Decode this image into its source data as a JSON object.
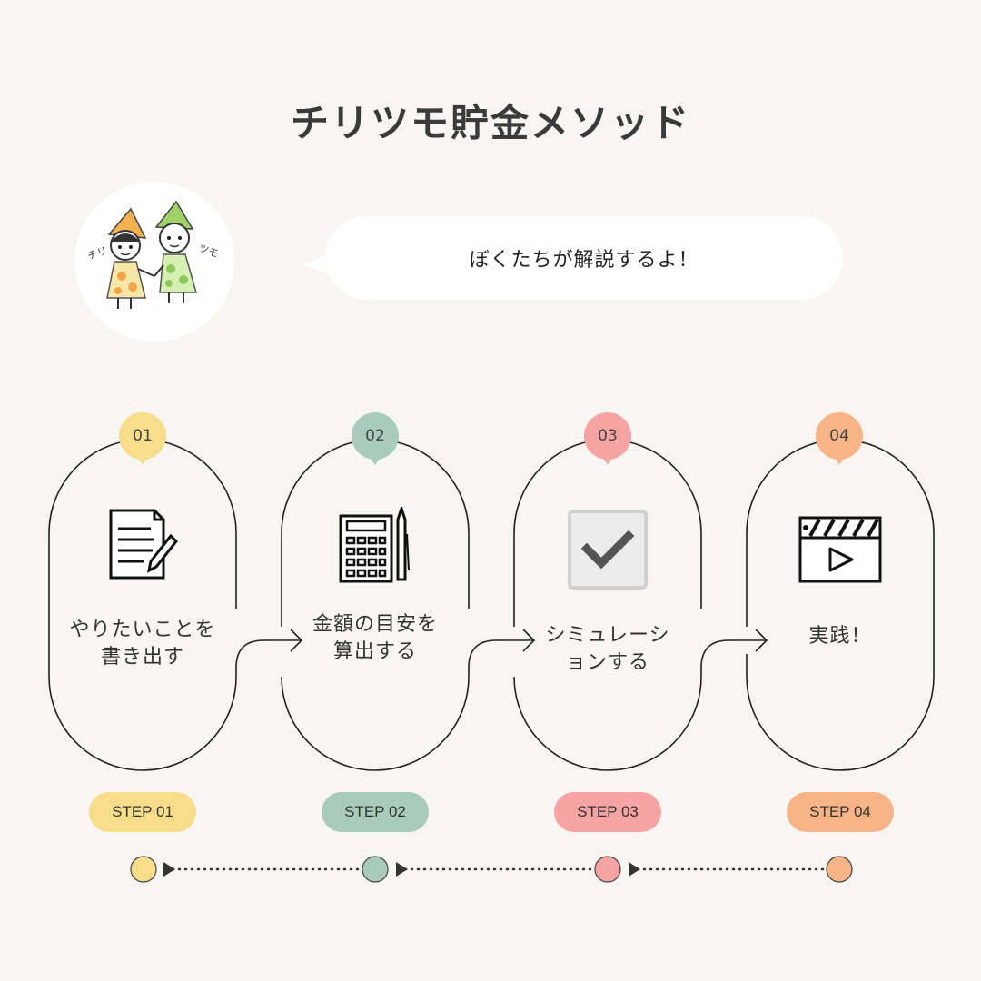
{
  "title": "チリツモ貯金メソッド",
  "speech": "ぼくたちが解説するよ！",
  "avatar_labels": {
    "left": "チリ",
    "right": "ツモ"
  },
  "colors": {
    "background": "#f8f6f2",
    "step1": "#f7dd8a",
    "step2": "#a8cbbd",
    "step3": "#f6a3a3",
    "step4": "#f7b486"
  },
  "steps": [
    {
      "number": "01",
      "lines": [
        "やりたいことを",
        "書き出す"
      ],
      "badge": "STEP 01",
      "icon": "document-pencil-icon"
    },
    {
      "number": "02",
      "lines": [
        "金額の目安を",
        "算出する"
      ],
      "badge": "STEP 02",
      "icon": "calculator-icon"
    },
    {
      "number": "03",
      "lines": [
        "シミュレーシ",
        "ョンする"
      ],
      "badge": "STEP 03",
      "icon": "checkbox-icon"
    },
    {
      "number": "04",
      "lines": [
        "実践！"
      ],
      "badge": "STEP 04",
      "icon": "clapperboard-play-icon"
    }
  ]
}
